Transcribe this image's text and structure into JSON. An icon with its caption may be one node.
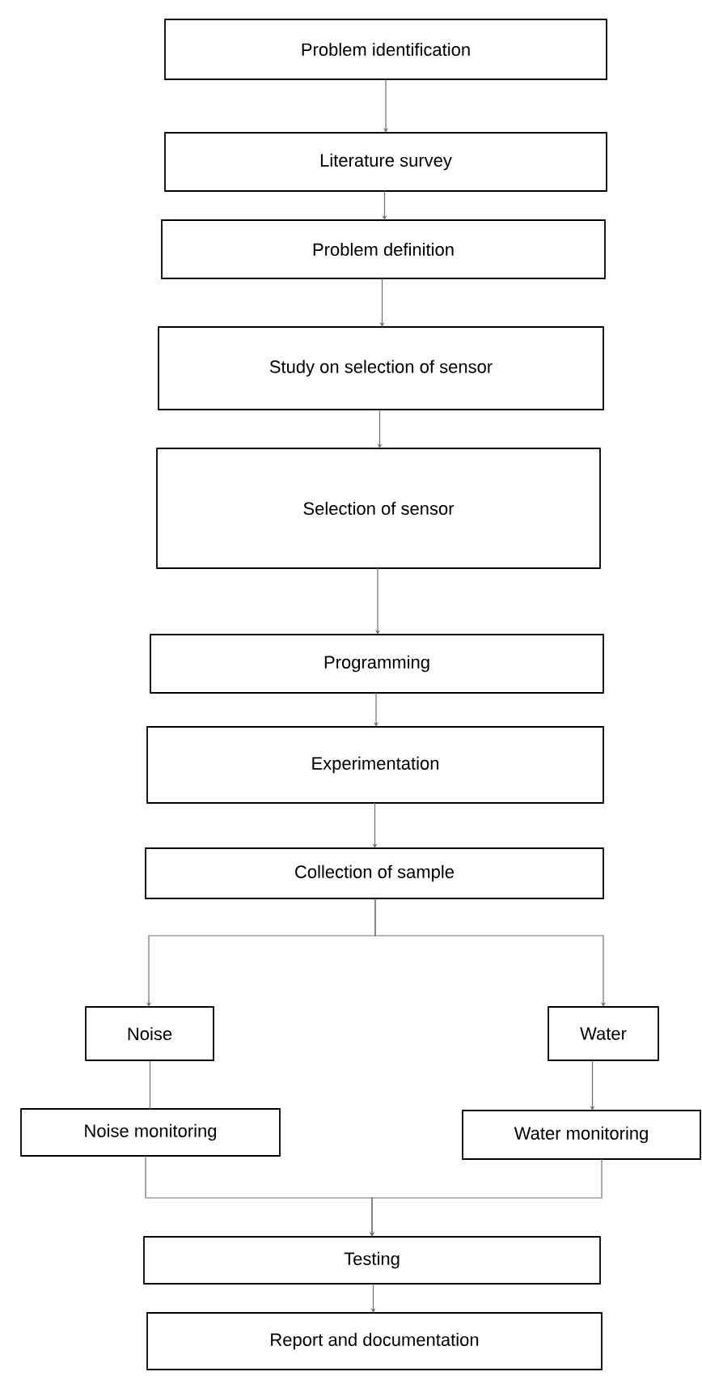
{
  "diagram": {
    "nodes": [
      {
        "text": [
          "Problem identification"
        ]
      },
      {
        "text": [
          "Literature survey"
        ]
      },
      {
        "text": [
          "Problem definition"
        ]
      },
      {
        "text": [
          "Study on selection of sensor"
        ]
      },
      {
        "text": [
          "Selection of sensor"
        ]
      },
      {
        "text": [
          "Programming"
        ]
      },
      {
        "text": [
          "Experimentation"
        ]
      },
      {
        "text": [
          "Collection of sample"
        ]
      },
      {
        "text": [
          "Noise"
        ]
      },
      {
        "text": [
          "Water"
        ]
      },
      {
        "text": [
          "Noise monitoring"
        ]
      },
      {
        "text": [
          "Water monitoring"
        ]
      },
      {
        "text": [
          "Testing"
        ]
      },
      {
        "text": [
          "Report and documentation"
        ]
      }
    ],
    "edges": [
      {
        "from": 0,
        "to": 1,
        "arrow": "to"
      },
      {
        "from": 1,
        "to": 2,
        "arrow": "to"
      },
      {
        "from": 2,
        "to": 3,
        "arrow": "to"
      },
      {
        "from": 3,
        "to": 4,
        "arrow": "to"
      },
      {
        "from": 4,
        "to": 5,
        "arrow": "to"
      },
      {
        "from": 5,
        "to": 6,
        "arrow": "to"
      },
      {
        "from": 6,
        "to": 7,
        "arrow": "to"
      },
      {
        "from": 7,
        "to": 8,
        "arrow": "to"
      },
      {
        "from": 7,
        "to": 9,
        "arrow": "to"
      },
      {
        "from": 8,
        "to": 10,
        "arrow": "none"
      },
      {
        "from": 9,
        "to": 11,
        "arrow": "to"
      },
      {
        "from": 10,
        "to": 12,
        "arrow": "to"
      },
      {
        "from": 11,
        "to": 12,
        "arrow": "to"
      },
      {
        "from": 12,
        "to": 13,
        "arrow": "to"
      }
    ]
  }
}
